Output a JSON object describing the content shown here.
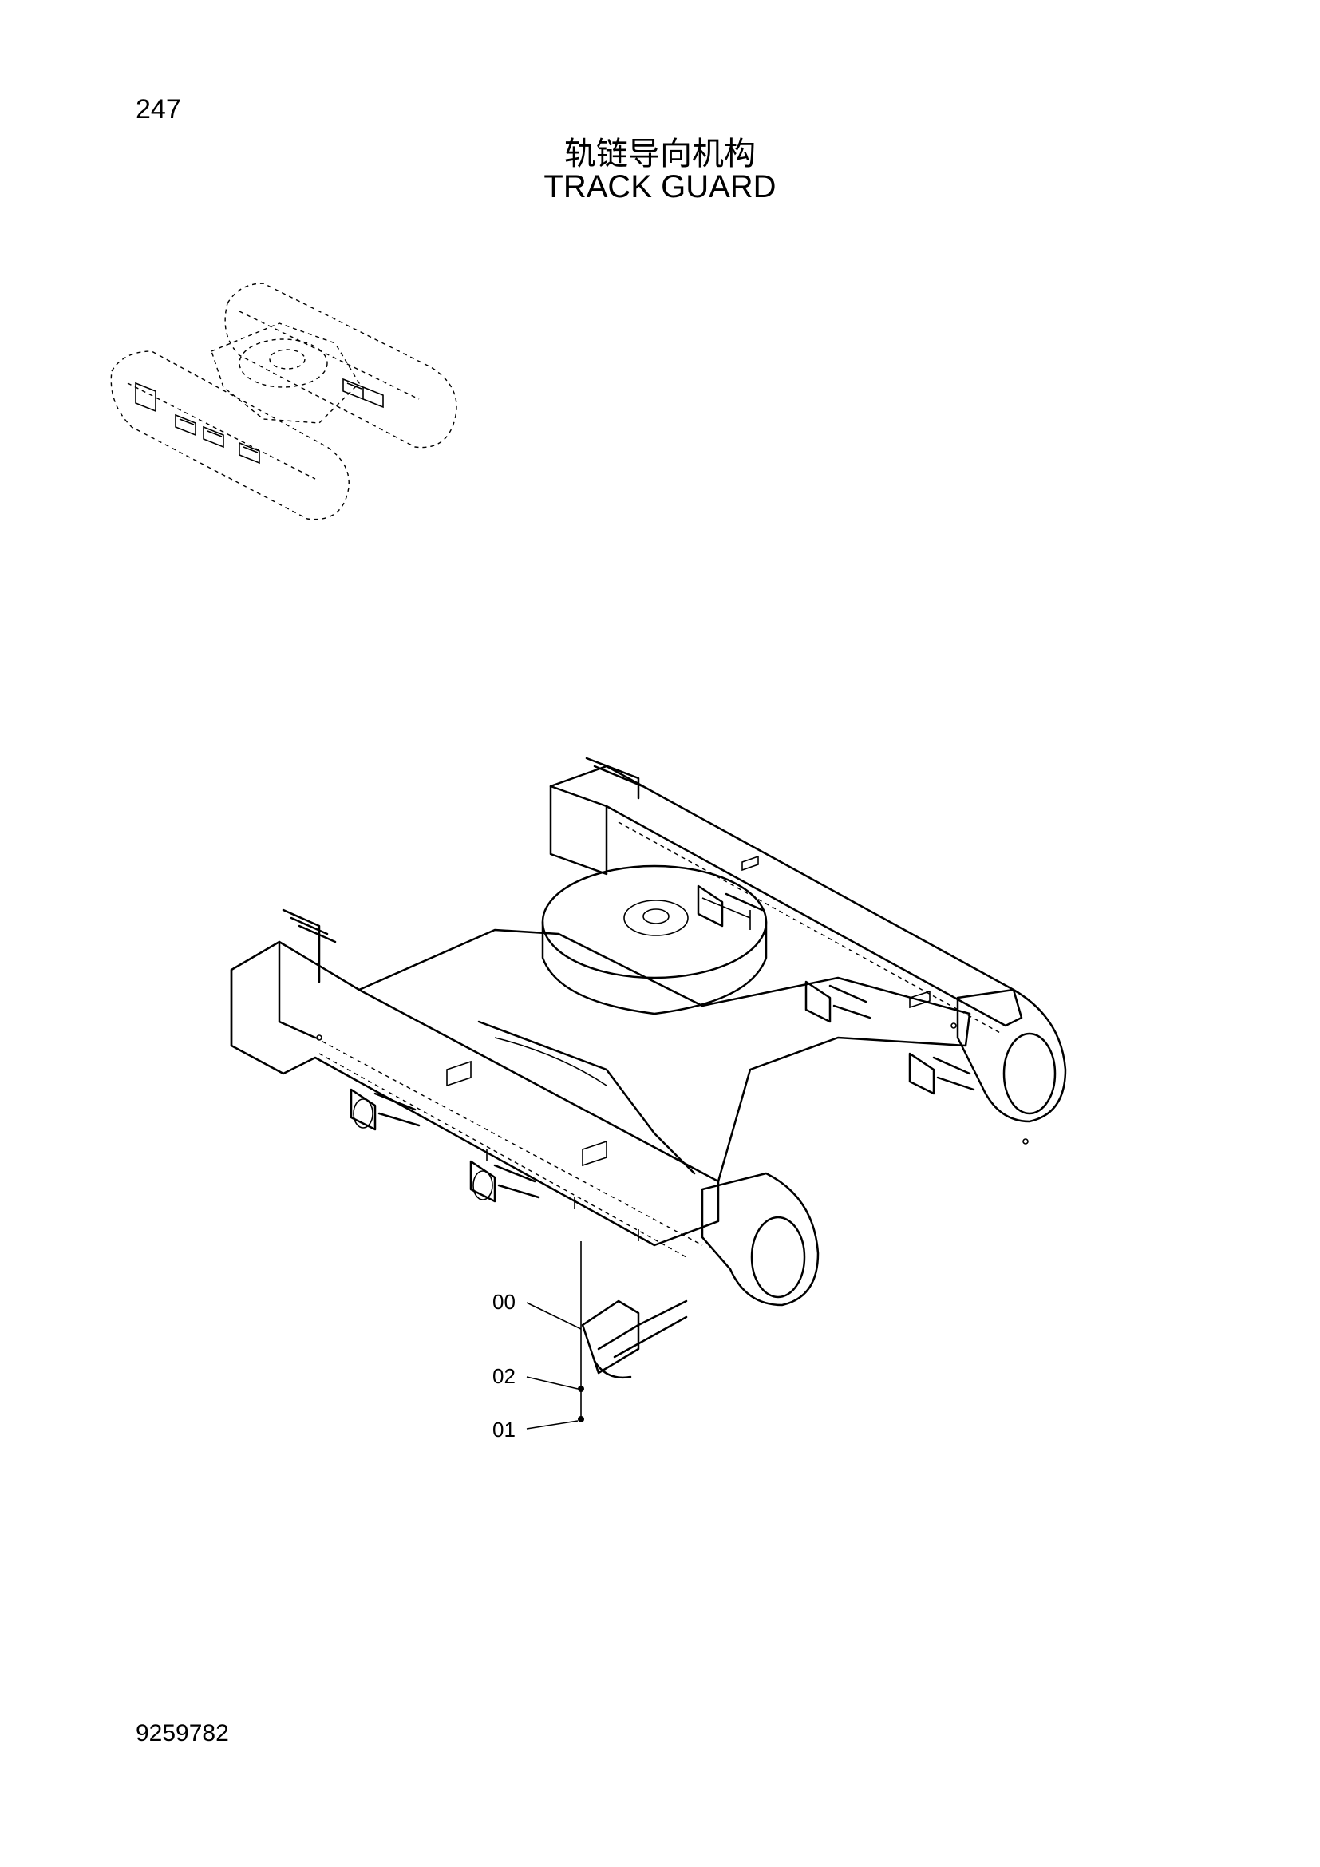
{
  "page": {
    "page_number": "247",
    "title_cn": "轨链导向机构",
    "title_en": "TRACK GUARD",
    "document_number": "9259782"
  },
  "callouts": [
    {
      "id": "00"
    },
    {
      "id": "02"
    },
    {
      "id": "01"
    }
  ]
}
